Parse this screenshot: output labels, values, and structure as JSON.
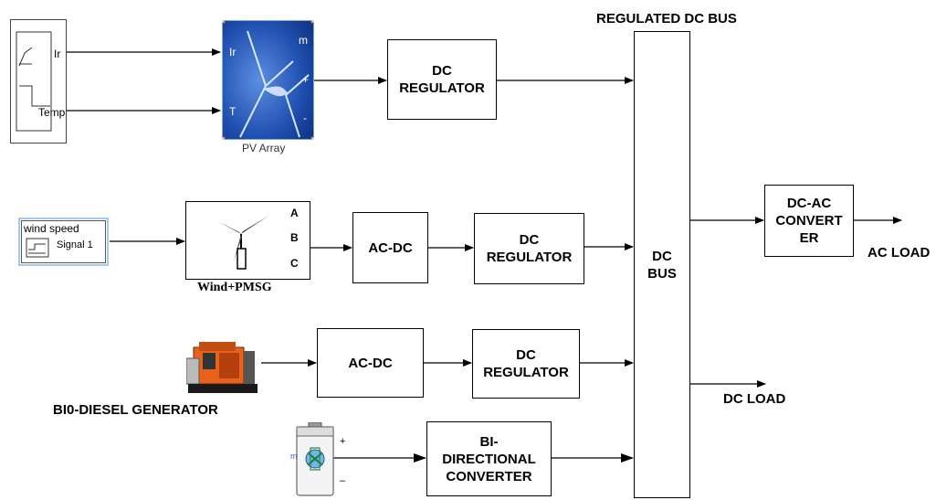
{
  "pv_source": {
    "ir_label": "Ir",
    "temp_label": "Temp"
  },
  "pv_array": {
    "label": "PV Array",
    "port_ir": "Ir",
    "port_t": "T",
    "port_m": "m",
    "port_plus": "+",
    "port_minus": "-"
  },
  "dc_regulator_1": {
    "line1": "DC",
    "line2": "REGULATOR"
  },
  "wind_speed": {
    "title": "wind speed",
    "signal": "Signal 1"
  },
  "wind_pmsg": {
    "label": "Wind+PMSG",
    "port_a": "A",
    "port_b": "B",
    "port_c": "C"
  },
  "ac_dc_1": {
    "label": "AC-DC"
  },
  "dc_regulator_2": {
    "line1": "DC",
    "line2": "REGULATOR"
  },
  "ac_dc_2": {
    "label": "AC-DC"
  },
  "dc_regulator_3": {
    "line1": "DC",
    "line2": "REGULATOR"
  },
  "diesel": {
    "label": "BI0-DIESEL GENERATOR"
  },
  "battery": {
    "plus": "+",
    "minus": "–",
    "m": "m"
  },
  "bidirectional": {
    "line1": "BI-",
    "line2": "DIRECTIONAL",
    "line3": "CONVERTER"
  },
  "dc_bus": {
    "title": "REGULATED DC BUS",
    "line1": "DC",
    "line2": "BUS"
  },
  "dc_ac": {
    "line1": "DC-AC",
    "line2": "CONVERT",
    "line3": "ER"
  },
  "loads": {
    "ac": "AC LOAD",
    "dc": "DC LOAD"
  },
  "colors": {
    "line": "#000000",
    "pv_blue": "#1f4fb0",
    "generator": "#e8621a",
    "selection": "#a8c8ec"
  }
}
